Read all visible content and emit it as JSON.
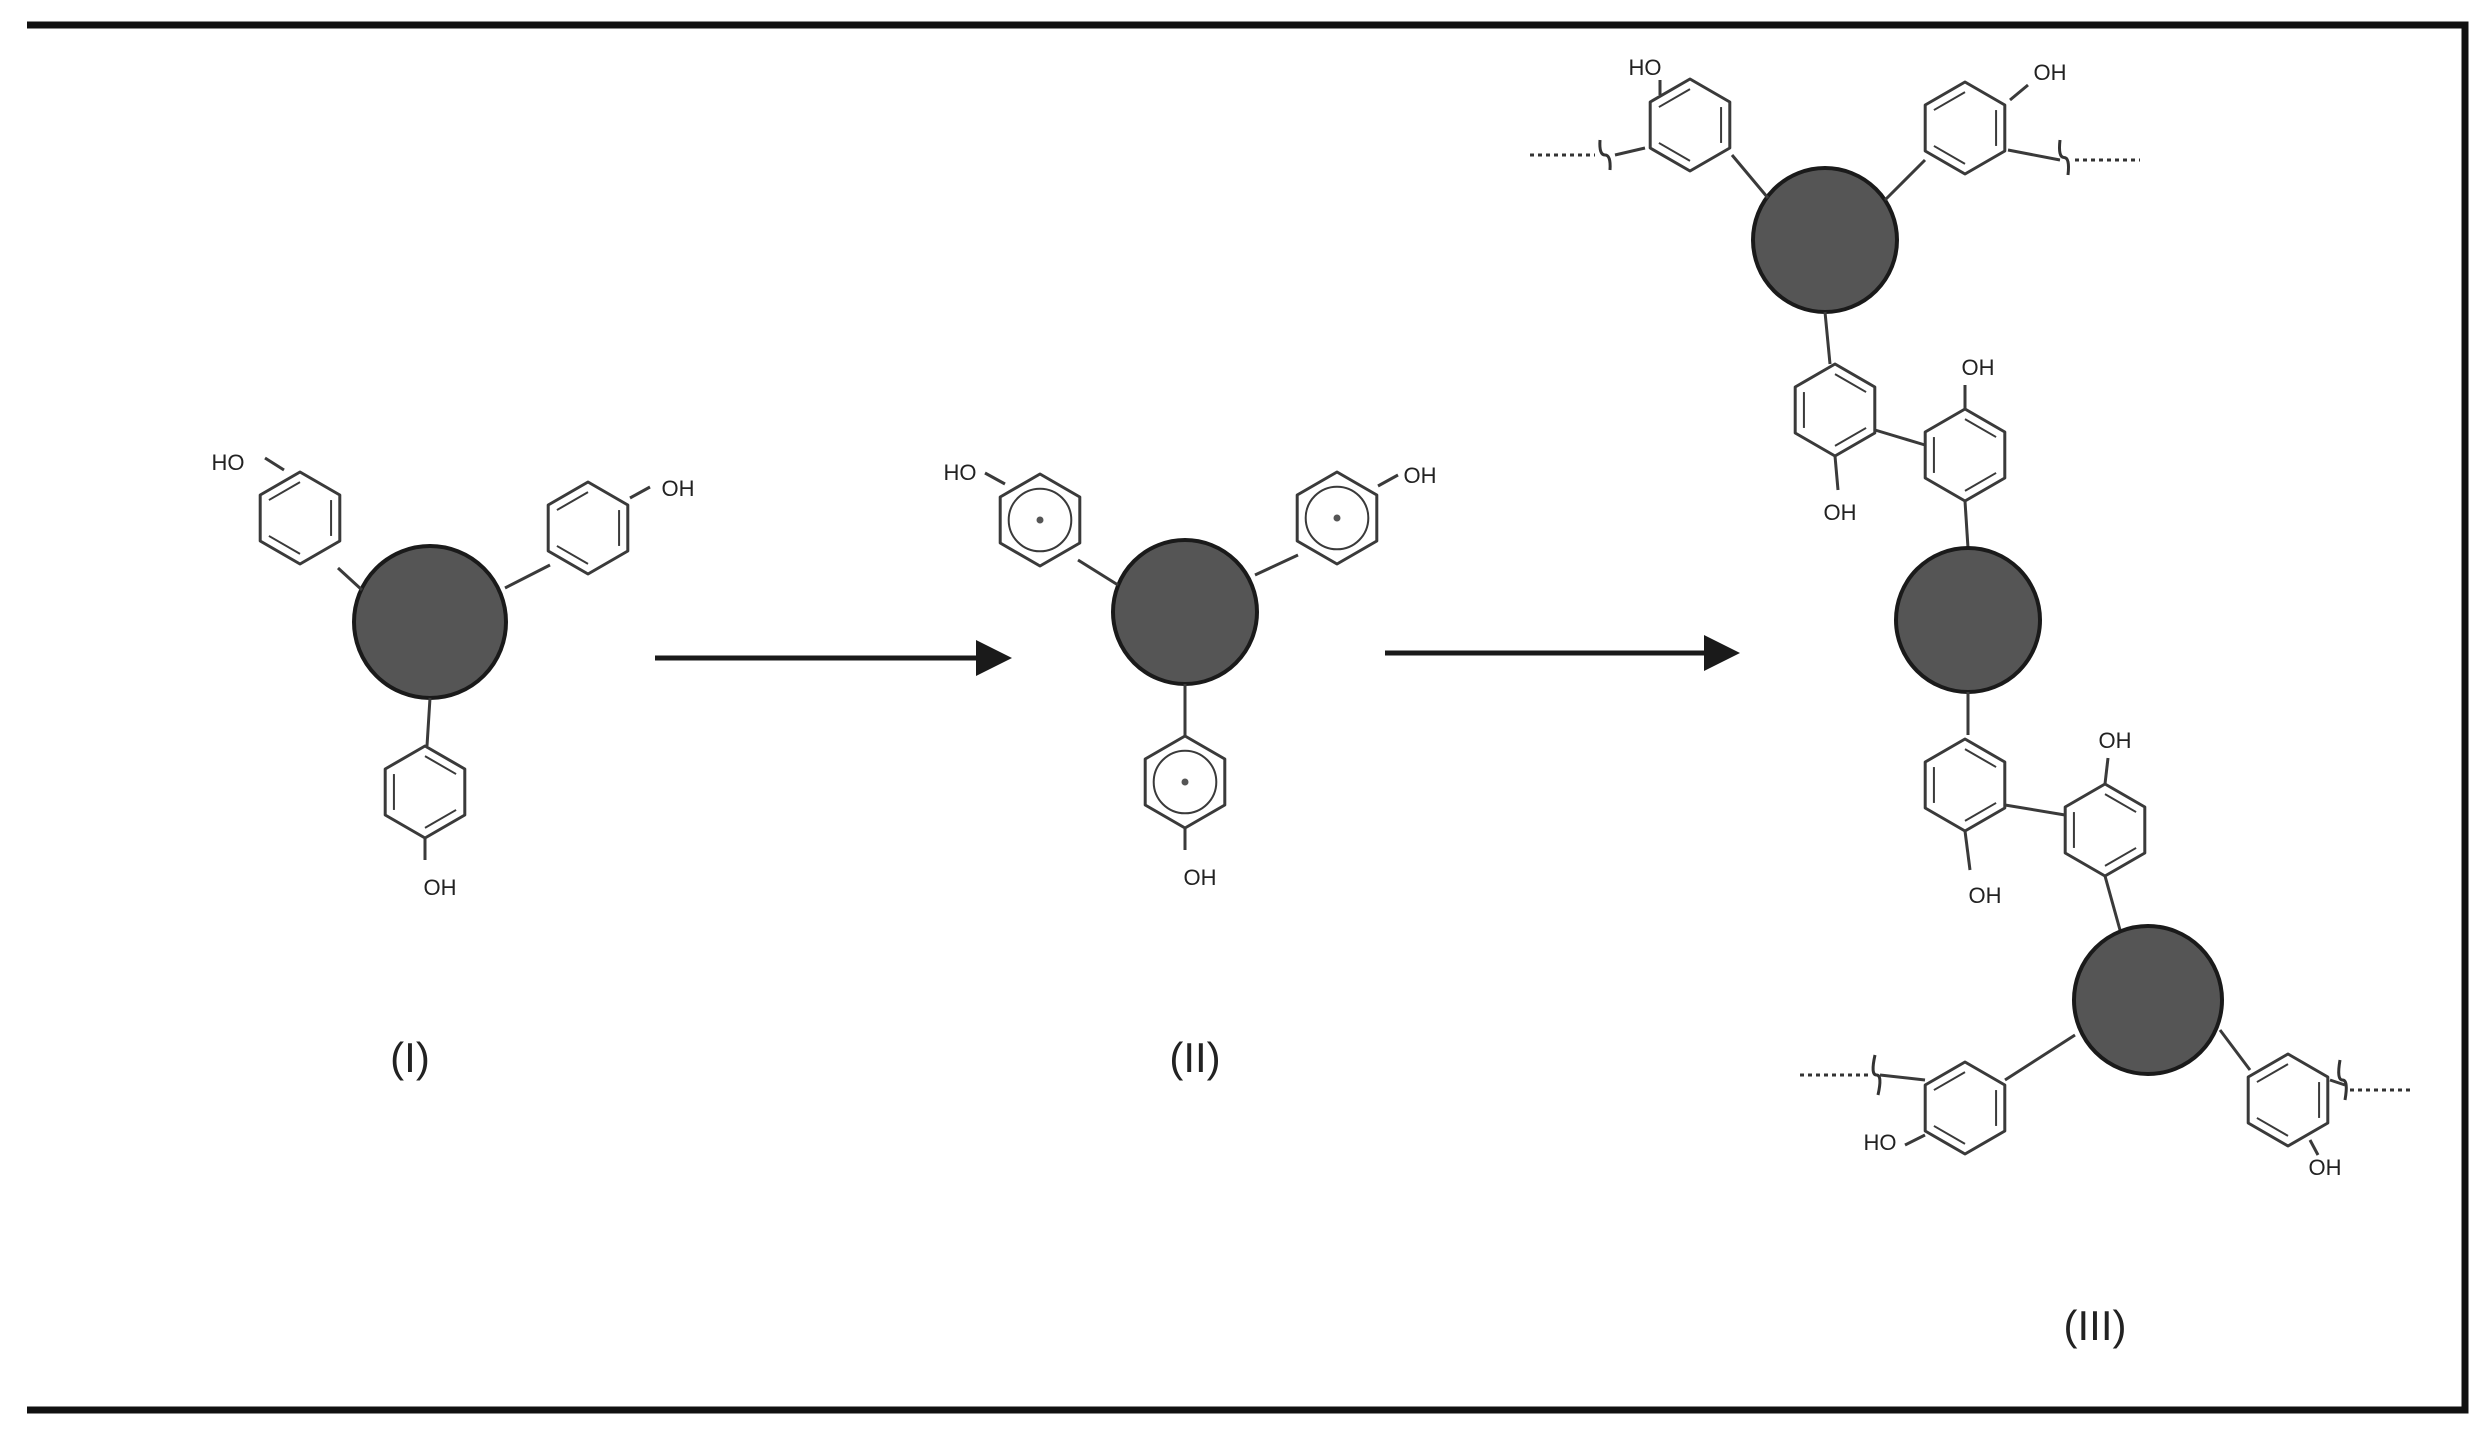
{
  "figure": {
    "labels": {
      "stage_i": "(I)",
      "stage_ii": "(II)",
      "stage_iii": "(III)"
    },
    "groups": {
      "hydroxyl_left": "HO",
      "hydroxyl_right": "OH"
    }
  }
}
